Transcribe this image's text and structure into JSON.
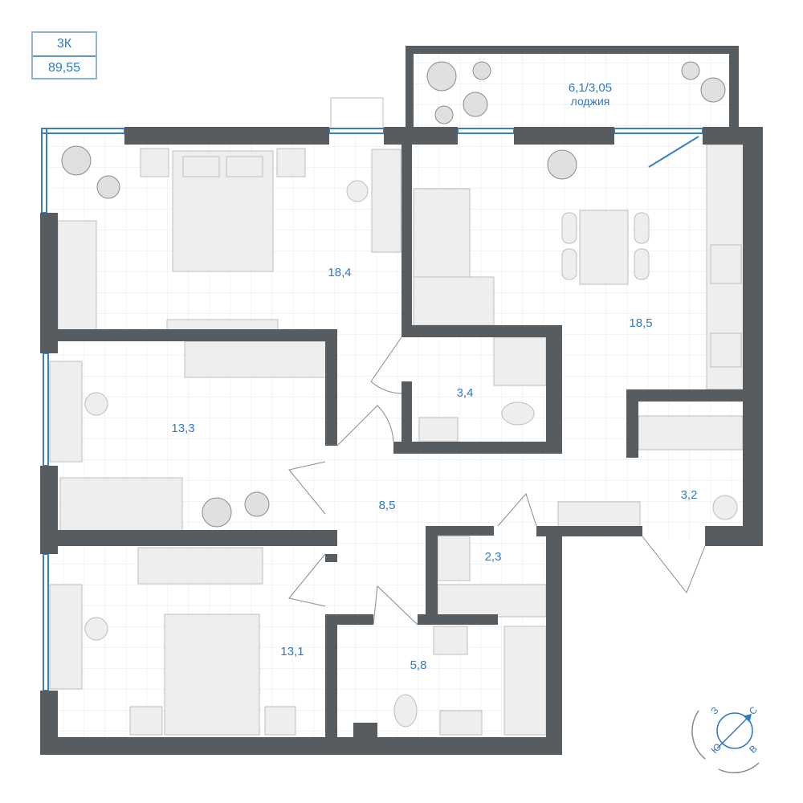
{
  "apartment": {
    "type": "3К",
    "area": "89,55"
  },
  "rooms": [
    {
      "id": "bedroom-1",
      "area": "18,4"
    },
    {
      "id": "kitchen-living",
      "area": "18,5"
    },
    {
      "id": "loggia",
      "area": "6,1/3,05",
      "label": "лоджия"
    },
    {
      "id": "bathroom-1",
      "area": "3,4"
    },
    {
      "id": "bedroom-2",
      "area": "13,3"
    },
    {
      "id": "hall",
      "area": "8,5"
    },
    {
      "id": "entry",
      "area": "3,2"
    },
    {
      "id": "closet",
      "area": "2,3"
    },
    {
      "id": "bedroom-3",
      "area": "13,1"
    },
    {
      "id": "bathroom-2",
      "area": "5,8"
    }
  ],
  "compass": {
    "north": "С",
    "south": "Ю",
    "east": "В",
    "west": "З"
  },
  "colors": {
    "wall": "#575c60",
    "label": "#2f78c4",
    "furniture": "#eeeeee",
    "grid": "#e6e9ec",
    "window": "#3a7ec4"
  }
}
